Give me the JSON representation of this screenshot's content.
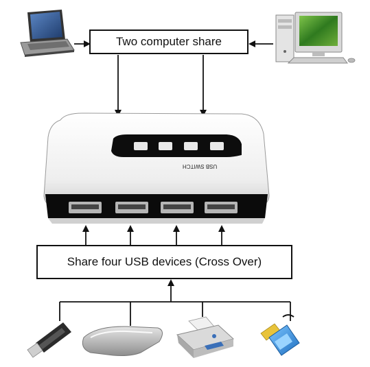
{
  "labels": {
    "top": "Two computer share",
    "bottom": "Share four USB devices (Cross Over)",
    "device_marking": "USB SWITCH"
  },
  "nodes": {
    "computers": [
      "laptop",
      "desktop-computer"
    ],
    "hub": "usb-switch",
    "devices": [
      "usb-flash-drive",
      "external-hard-drive",
      "printer",
      "usb-card-reader"
    ]
  },
  "edges": [
    {
      "from": "laptop",
      "to": "top-box"
    },
    {
      "from": "desktop-computer",
      "to": "top-box"
    },
    {
      "from": "top-box",
      "to": "usb-switch"
    },
    {
      "from": "bottom-box",
      "to": "usb-switch"
    },
    {
      "from": "usb-devices",
      "to": "bottom-box"
    }
  ],
  "colors": {
    "line": "#111111",
    "switch_body": "#f4f4f4",
    "switch_panel": "#0d0d0d",
    "laptop_screen": "#2c4f86",
    "desktop_screen": "#3f8a2a",
    "card_reader": "#3d8fd6"
  }
}
